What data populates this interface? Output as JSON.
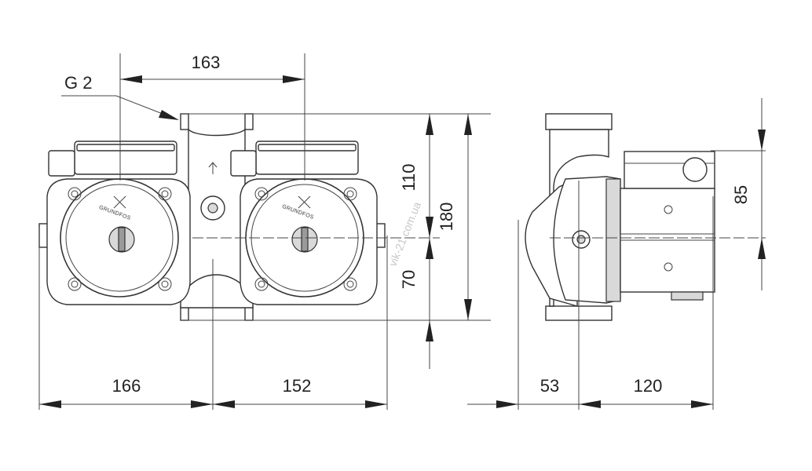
{
  "dimensions": {
    "top_width": "163",
    "thread": "G 2",
    "height_upper": "110",
    "height_total": "180",
    "height_lower": "70",
    "bottom_left": "166",
    "bottom_right": "152",
    "side_left": "53",
    "side_right": "120",
    "side_height": "85"
  },
  "brand": "GRUNDFOS",
  "watermark": "vik-21.com.ua"
}
